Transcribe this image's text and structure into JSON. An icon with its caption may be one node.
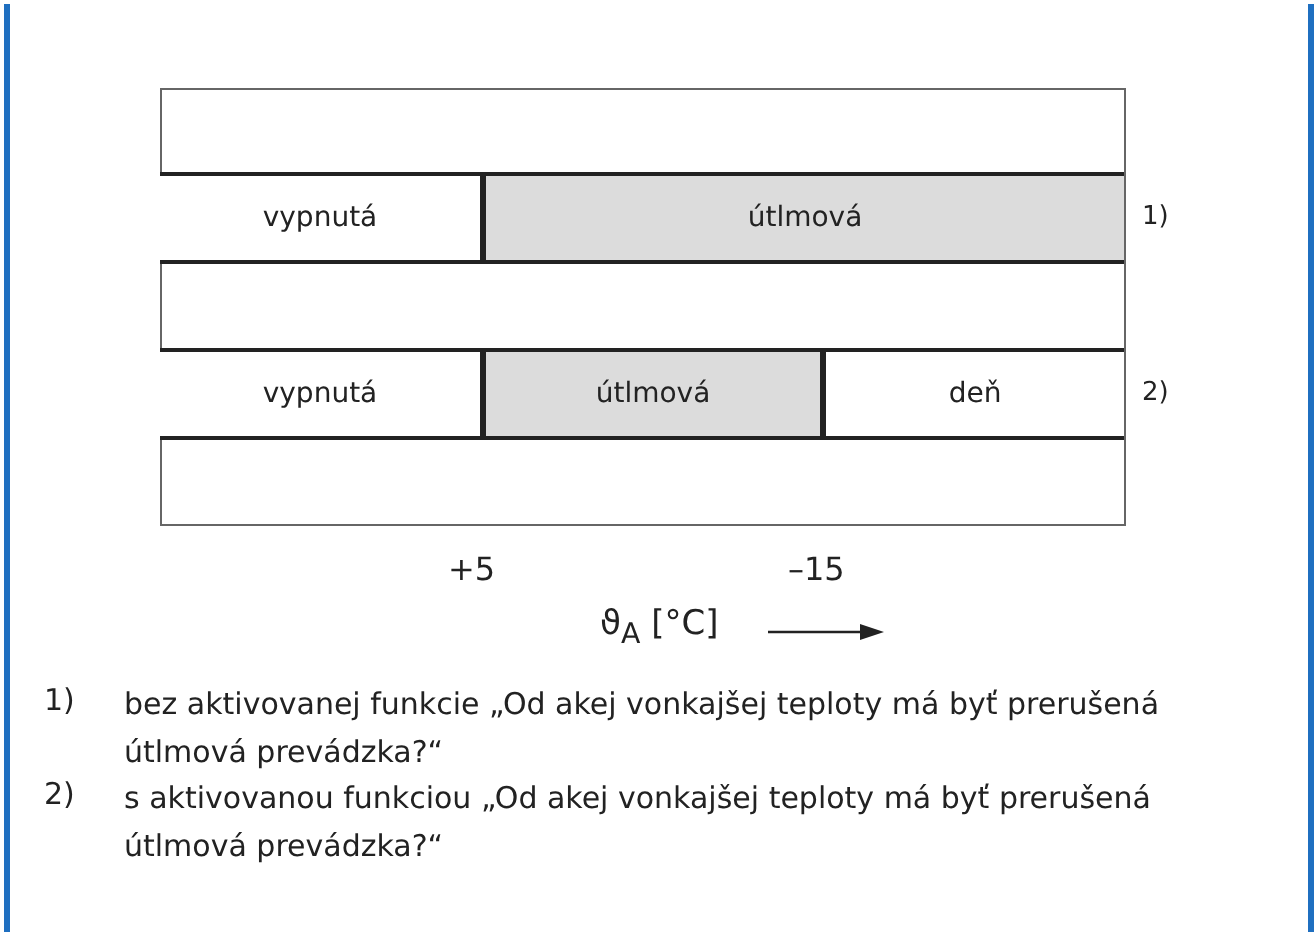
{
  "diagram": {
    "nodes": [
      {
        "text": [
          "vypnutá"
        ]
      },
      {
        "text": [
          "útlmová"
        ]
      },
      {
        "text": [
          "vypnutá"
        ]
      },
      {
        "text": [
          "útlmová"
        ]
      },
      {
        "text": [
          "deň"
        ]
      }
    ],
    "labels": [
      "1)",
      "2)",
      "+5",
      "–15",
      "ϑ$_{A}$ [°C]",
      "1)",
      "bez aktivovanej funkcie „Od akej vonkajšej teploty má byť prerušená útlmová prevádzka?“",
      "2)",
      "s aktivovanou funkciou „Od akej vonkajšej teploty má byť prerušená útlmová prevádzka?“"
    ]
  }
}
